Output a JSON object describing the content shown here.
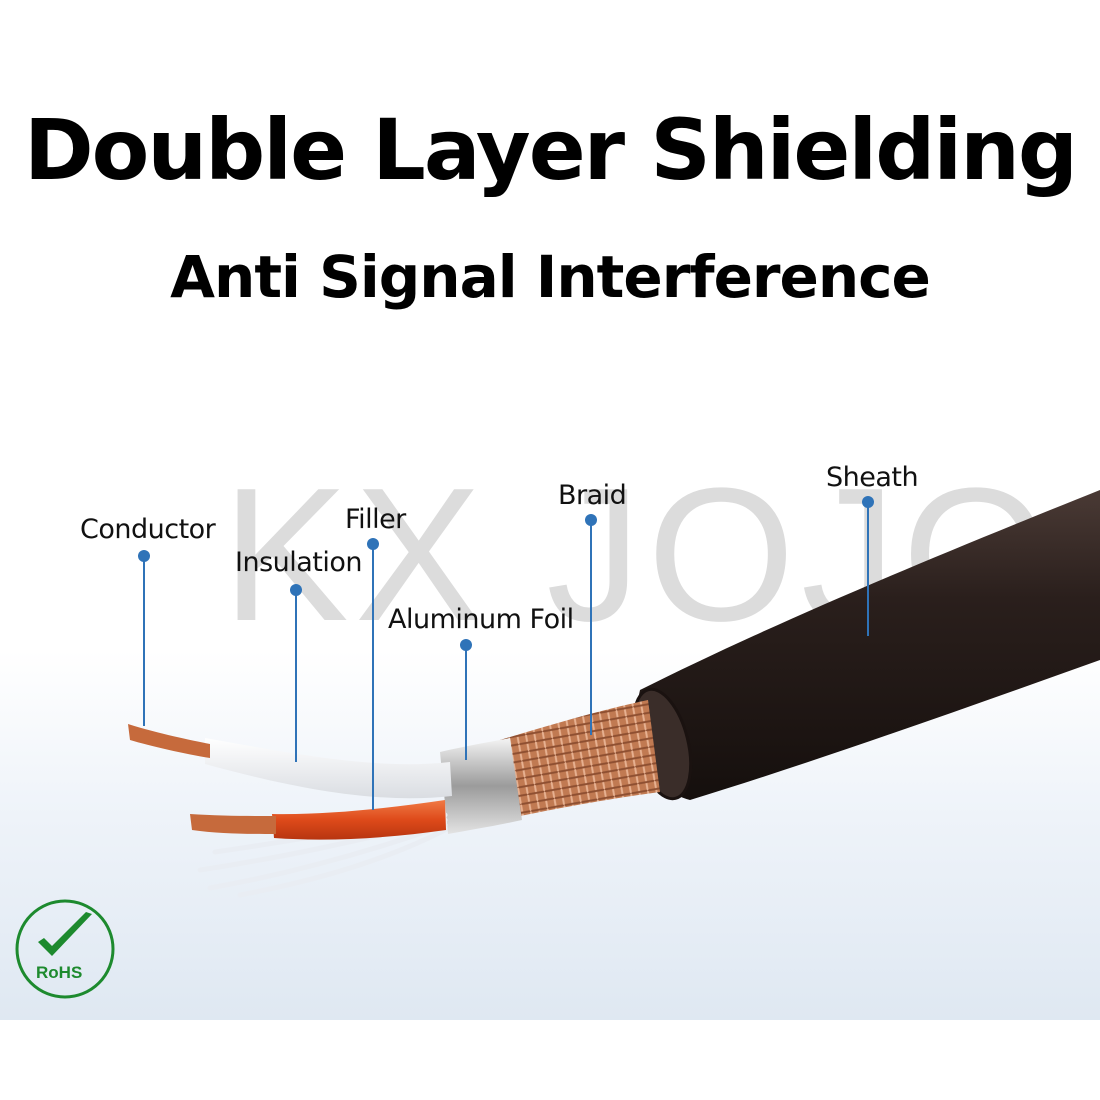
{
  "header": {
    "title": "Double Layer Shielding",
    "subtitle": "Anti Signal Interference"
  },
  "watermark": "KX JOJO",
  "layers": {
    "conductor": "Conductor",
    "insulation": "Insulation",
    "filler": "Filler",
    "aluminum_foil": "Aluminum Foil",
    "braid": "Braid",
    "sheath": "Sheath"
  },
  "badge": {
    "text": "RoHS",
    "icon": "check-icon"
  },
  "colors": {
    "pointer": "#2f73b8",
    "sheath": "#2a1f1c",
    "braid": "#c8825a",
    "conductor": "#c66a3c",
    "red_insulation": "#e2501f",
    "badge_green": "#1d8a2e"
  }
}
